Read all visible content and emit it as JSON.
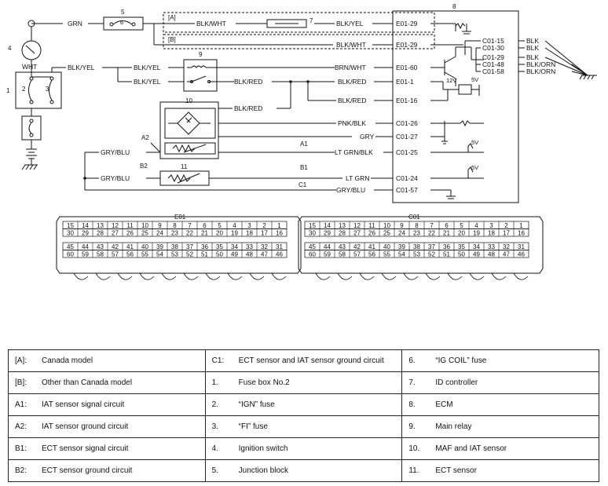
{
  "wires": {
    "grn": "GRN",
    "wht": "WHT",
    "blk_yel_1": "BLK/YEL",
    "blk_yel_2": "BLK/YEL",
    "blk_yel_3": "BLK/YEL",
    "blk_yel_4": "BLK/YEL",
    "blk_wht_1": "BLK/WHT",
    "blk_wht_2": "BLK/WHT",
    "brn_wht": "BRN/WHT",
    "blk_red_1": "BLK/RED",
    "blk_red_2": "BLK/RED",
    "blk_red_3": "BLK/RED",
    "blk_red_4": "BLK/RED",
    "pnk_blk": "PNK/BLK",
    "gry": "GRY",
    "lt_grn_blk": "LT GRN/BLK",
    "lt_grn": "LT GRN",
    "gry_blu_1": "GRY/BLU",
    "gry_blu_2": "GRY/BLU",
    "gry_blu_3": "GRY/BLU",
    "blk_1": "BLK",
    "blk_2": "BLK",
    "blk_3": "BLK",
    "blk_orn_1": "BLK/ORN",
    "blk_orn_2": "BLK/ORN"
  },
  "pins": {
    "e01_29a": "E01-29",
    "e01_29b": "E01-29",
    "e01_60": "E01-60",
    "e01_1": "E01-1",
    "e01_16": "E01-16",
    "c01_26": "C01-26",
    "c01_27": "C01-27",
    "c01_25": "C01-25",
    "c01_24": "C01-24",
    "c01_57": "C01-57",
    "c01_15": "C01-15",
    "c01_30": "C01-30",
    "c01_29": "C01-29",
    "c01_48": "C01-48",
    "c01_58": "C01-58"
  },
  "refs": {
    "n1": "1",
    "n2": "2",
    "n3": "3",
    "n4": "4",
    "n5": "5",
    "n6": "6",
    "n7": "7",
    "n8": "8",
    "n9": "9",
    "n10": "10",
    "n11": "11",
    "a": "[A]",
    "b": "[B]",
    "a1": "A1",
    "a2": "A2",
    "b1": "B1",
    "b2": "B2",
    "c1": "C1",
    "v12": "12V",
    "v5a": "5V",
    "v5b": "5V",
    "v5c": "5V"
  },
  "connectors": {
    "e01_title": "E01",
    "c01_title": "C01",
    "row1": [
      "15",
      "14",
      "13",
      "12",
      "11",
      "10",
      "9",
      "8",
      "7",
      "6",
      "5",
      "4",
      "3",
      "2",
      "1"
    ],
    "row2": [
      "30",
      "29",
      "28",
      "27",
      "26",
      "25",
      "24",
      "23",
      "22",
      "21",
      "20",
      "19",
      "18",
      "17",
      "16"
    ],
    "row3": [
      "45",
      "44",
      "43",
      "42",
      "41",
      "40",
      "39",
      "38",
      "37",
      "36",
      "35",
      "34",
      "33",
      "32",
      "31"
    ],
    "row4": [
      "60",
      "59",
      "58",
      "57",
      "56",
      "55",
      "54",
      "53",
      "52",
      "51",
      "50",
      "49",
      "48",
      "47",
      "46"
    ]
  },
  "legend": [
    [
      {
        "k": "[A]:",
        "v": "Canada model"
      },
      {
        "k": "C1:",
        "v": "ECT sensor and IAT sensor ground circuit"
      },
      {
        "k": "6.",
        "v": "“IG COIL” fuse"
      }
    ],
    [
      {
        "k": "[B]:",
        "v": "Other than Canada model"
      },
      {
        "k": "1.",
        "v": "Fuse box No.2"
      },
      {
        "k": "7.",
        "v": "ID controller"
      }
    ],
    [
      {
        "k": "A1:",
        "v": "IAT sensor signal circuit"
      },
      {
        "k": "2.",
        "v": "“IGN” fuse"
      },
      {
        "k": "8.",
        "v": "ECM"
      }
    ],
    [
      {
        "k": "A2:",
        "v": "IAT sensor ground circuit"
      },
      {
        "k": "3.",
        "v": "“FI” fuse"
      },
      {
        "k": "9.",
        "v": "Main relay"
      }
    ],
    [
      {
        "k": "B1:",
        "v": "ECT sensor signal circuit"
      },
      {
        "k": "4.",
        "v": "Ignition switch"
      },
      {
        "k": "10.",
        "v": "MAF and IAT sensor"
      }
    ],
    [
      {
        "k": "B2:",
        "v": "ECT sensor ground circuit"
      },
      {
        "k": "5.",
        "v": "Junction block"
      },
      {
        "k": "11.",
        "v": "ECT sensor"
      }
    ]
  ]
}
